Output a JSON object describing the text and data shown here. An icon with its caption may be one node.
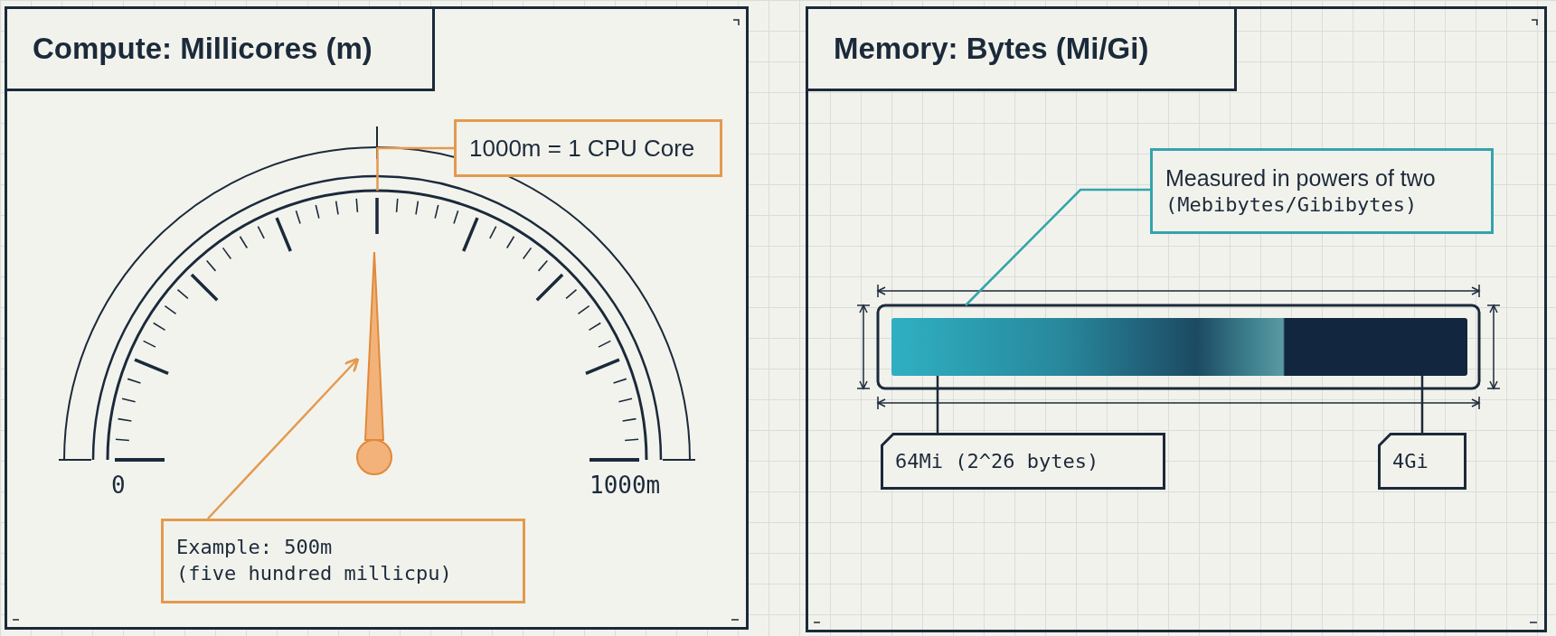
{
  "diagram": {
    "nodes": [
      {
        "text": [
          "Compute: Millicores (m)"
        ]
      },
      {
        "text": [
          "1000m = 1 CPU Core"
        ],
        "in": 0
      },
      {
        "text": [],
        "shape": "picture",
        "in": 0
      },
      {
        "text": [],
        "shape": "picture",
        "in": 2
      },
      {
        "text": [
          "Example: 500m",
          "(five hundred millicpu)"
        ],
        "in": 0
      },
      {
        "text": [
          "Memory: Bytes (Mi/Gi)"
        ]
      },
      {
        "text": [
          "Measured in powers of two",
          "(Mebibytes/Gibibytes)"
        ],
        "in": 5
      },
      {
        "text": [],
        "shape": "bar",
        "in": 5
      },
      {
        "text": [
          "64Mi (2^26 bytes)"
        ],
        "in": 5
      },
      {
        "text": [
          "4Gi"
        ],
        "in": 5
      }
    ],
    "edges": [
      {
        "from": 1,
        "to": 2,
        "arrow": "none",
        "color": "#e39a4f"
      },
      {
        "from": 4,
        "to": 3,
        "arrow": "to",
        "color": "#e39a4f"
      },
      {
        "from": 6,
        "to": 7,
        "arrow": "none",
        "color": "#35a3ad"
      },
      {
        "from": 8,
        "to": 7,
        "arrow": "none",
        "color": "#1b2a3a"
      },
      {
        "from": 9,
        "to": 7,
        "arrow": "none",
        "color": "#1b2a3a"
      }
    ],
    "labels": [
      "0",
      "1000m"
    ]
  }
}
